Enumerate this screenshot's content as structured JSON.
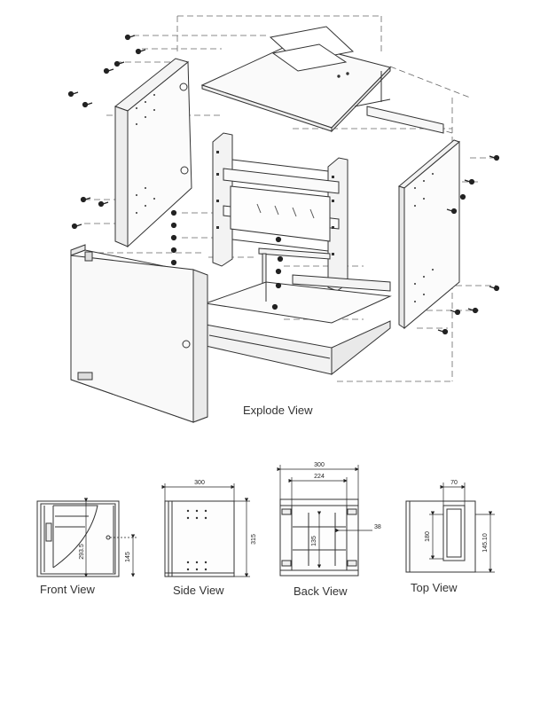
{
  "views": {
    "explode": "Explode View",
    "front": "Front View",
    "side": "Side View",
    "back": "Back View",
    "top": "Top View"
  },
  "dimensions": {
    "front_height": "293.5",
    "front_hole": "145",
    "side_width": "300",
    "side_height": "315",
    "back_outer_width": "300",
    "back_inner_width": "224",
    "back_opening": "135",
    "back_offset": "38",
    "top_cutout_width": "70",
    "top_cutout_length": "180",
    "top_depth": "145.10"
  }
}
